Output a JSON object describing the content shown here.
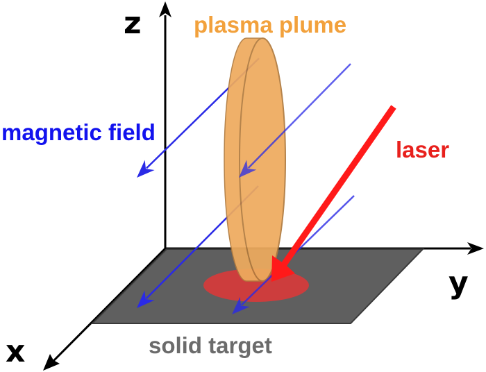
{
  "labels": {
    "z_axis": "z",
    "y_axis": "y",
    "x_axis": "x",
    "plasma_plume": "plasma plume",
    "magnetic_field": "magnetic field",
    "laser": "laser",
    "solid_target": "solid target"
  },
  "colors": {
    "axis": "#000000",
    "target": "#5f5f5f",
    "target_edge": "#3a3a3a",
    "laser_spot": "#d93a3a",
    "plume_body": "#eeab5e",
    "plume_edge": "#b07a3e",
    "laser": "#ff1a1a",
    "field_lines": "#2a2ae6",
    "label_plume": "#f2a13c",
    "label_field": "#1212ee",
    "label_laser": "#e8201c",
    "label_target": "#6b6b6b",
    "label_axis": "#000000"
  }
}
